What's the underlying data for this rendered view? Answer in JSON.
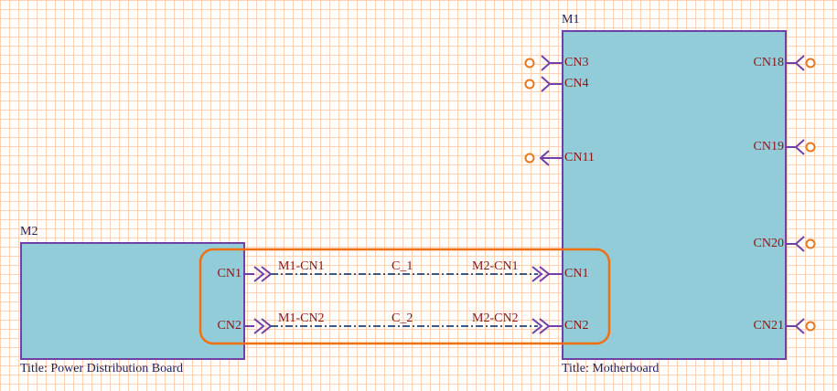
{
  "m1": {
    "designator": "M1",
    "title": "Title: Motherboard",
    "ports_left": [
      "CN3",
      "CN4",
      "CN11",
      "CN1",
      "CN2"
    ],
    "ports_right": [
      "CN18",
      "CN19",
      "CN20",
      "CN21"
    ]
  },
  "m2": {
    "designator": "M2",
    "title": "Title: Power Distribution Board",
    "ports_right": [
      "CN1",
      "CN2"
    ]
  },
  "connections": [
    {
      "from_label": "M1-CN1",
      "cable": "C_1",
      "to_label": "M2-CN1"
    },
    {
      "from_label": "M1-CN2",
      "cable": "C_2",
      "to_label": "M2-CN2"
    }
  ],
  "colors": {
    "block_fill": "#92ccd9",
    "block_border": "#7040a8",
    "port": "#7040a8",
    "terminal": "#e8781e",
    "wire": "#3a5a8c",
    "highlight": "#f07010",
    "grid": "#fbd2b6",
    "label_text": "#8b1414",
    "title_text": "#1f1f5c"
  }
}
